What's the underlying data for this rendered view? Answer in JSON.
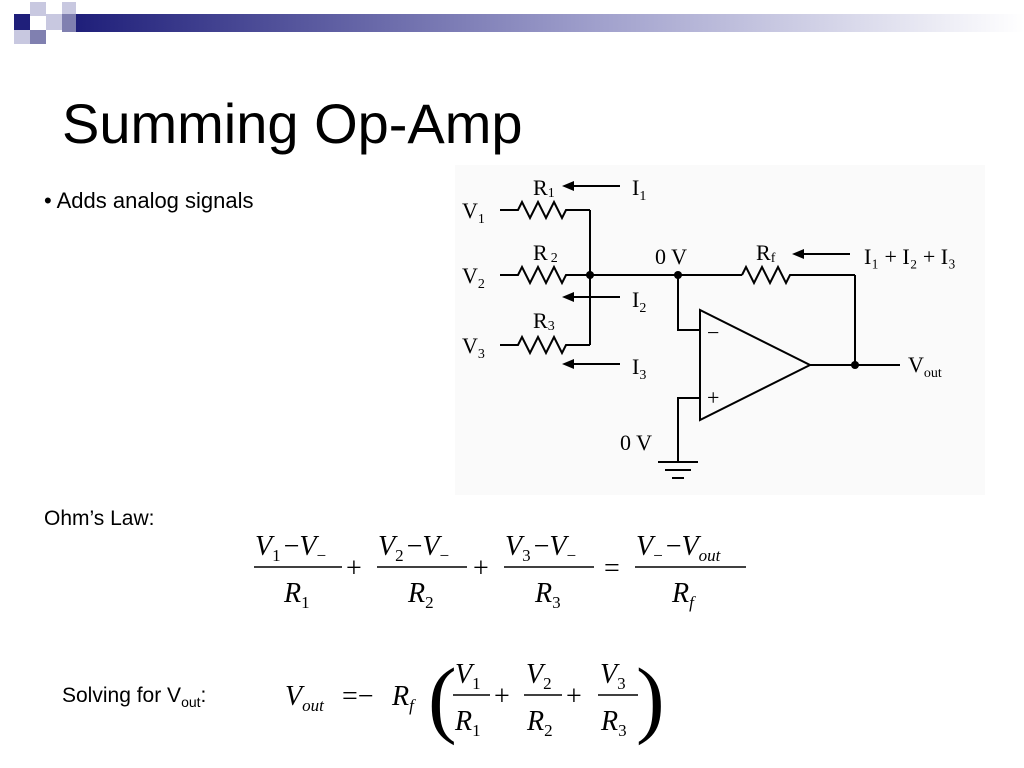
{
  "slide": {
    "title": "Summing Op-Amp",
    "bullet": "• Adds analog signals",
    "ohm_label": "Ohm’s Law:",
    "solving_prefix": "Solving for V",
    "solving_sub": "out",
    "solving_suffix": ":"
  },
  "colors": {
    "deco_navy": "#1f1f7a",
    "deco_gray": "#8080b0",
    "deco_light": "#c8c8e0"
  },
  "circuit": {
    "v1": "V",
    "v1_sub": "1",
    "v2": "V",
    "v2_sub": "2",
    "v3": "V",
    "v3_sub": "3",
    "r1": "R",
    "r1_sub": "1",
    "r2": "R",
    "r2_sub": "2",
    "r3": "R",
    "r3_sub": "3",
    "rf": "R",
    "rf_sub": "f",
    "i1": "I",
    "i1_sub": "1",
    "i2": "I",
    "i2_sub": "2",
    "i3": "I",
    "i3_sub": "3",
    "isum": "I₁ + I₂ + I₃",
    "node_v": "0 V",
    "ground_v": "0 V",
    "minus": "−",
    "plus": "+",
    "vout": "V",
    "vout_sub": "out"
  },
  "ohm_eq": {
    "t1_num_a": "V",
    "t1_num_a_sub": "1",
    "t1_num_op": "−",
    "t1_num_b": "V",
    "t1_num_b_sub": "−",
    "t1_den": "R",
    "t1_den_sub": "1",
    "t2_num_a": "V",
    "t2_num_a_sub": "2",
    "t2_num_op": "−",
    "t2_num_b": "V",
    "t2_num_b_sub": "−",
    "t2_den": "R",
    "t2_den_sub": "2",
    "t3_num_a": "V",
    "t3_num_a_sub": "3",
    "t3_num_op": "−",
    "t3_num_b": "V",
    "t3_num_b_sub": "−",
    "t3_den": "R",
    "t3_den_sub": "3",
    "rhs_num_a": "V",
    "rhs_num_a_sub": "−",
    "rhs_num_op": "−",
    "rhs_num_b": "V",
    "rhs_num_b_sub": "out",
    "rhs_den": "R",
    "rhs_den_sub": "f",
    "plus": "+",
    "equals": "="
  },
  "vout_eq": {
    "lhs": "V",
    "lhs_sub": "out",
    "equals": "=",
    "neg": "−",
    "rf": "R",
    "rf_sub": "f",
    "f1_num": "V",
    "f1_num_sub": "1",
    "f1_den": "R",
    "f1_den_sub": "1",
    "f2_num": "V",
    "f2_num_sub": "2",
    "f2_den": "R",
    "f2_den_sub": "2",
    "f3_num": "V",
    "f3_num_sub": "3",
    "f3_den": "R",
    "f3_den_sub": "3",
    "plus": "+",
    "lparen": "(",
    "rparen": ")"
  }
}
